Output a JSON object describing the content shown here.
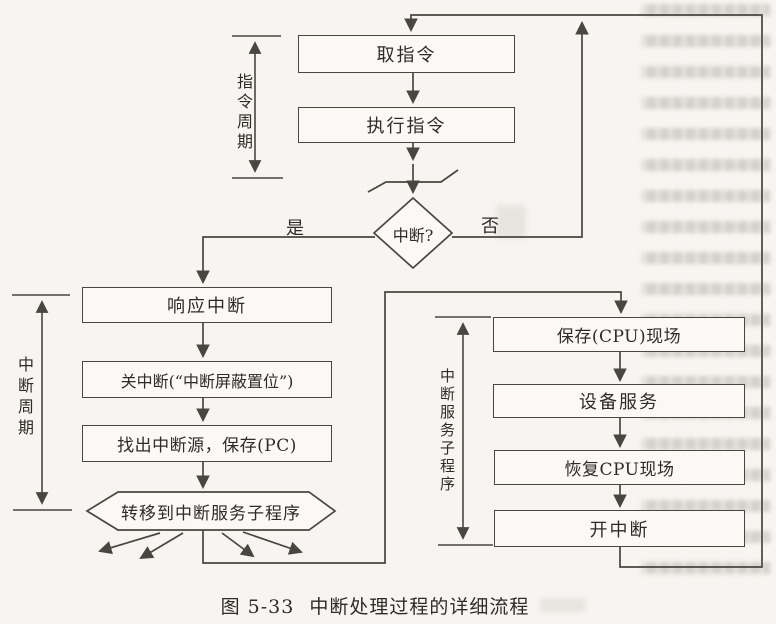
{
  "figure": {
    "caption_number": "图 5-33",
    "caption_title": "中断处理过程的详细流程"
  },
  "nodes": {
    "fetch": "取指令",
    "execute": "执行指令",
    "decision": "中断?",
    "respond": "响应中断",
    "disable": "关中断(“中断屏蔽置位”)",
    "find_source": "找出中断源，保存(PC)",
    "transfer": "转移到中断服务子程序",
    "save_context": "保存(CPU)现场",
    "device_service": "设备服务",
    "restore_context": "恢复CPU现场",
    "enable": "开中断"
  },
  "branches": {
    "yes": "是",
    "no": "否"
  },
  "cycle_labels": {
    "instruction_cycle": "指令周期",
    "interrupt_cycle": "中断周期",
    "service_routine": "中断服务子程序"
  },
  "colors": {
    "paper": "#f7f5f1",
    "line": "#4a453f",
    "text": "#2f2c28"
  }
}
